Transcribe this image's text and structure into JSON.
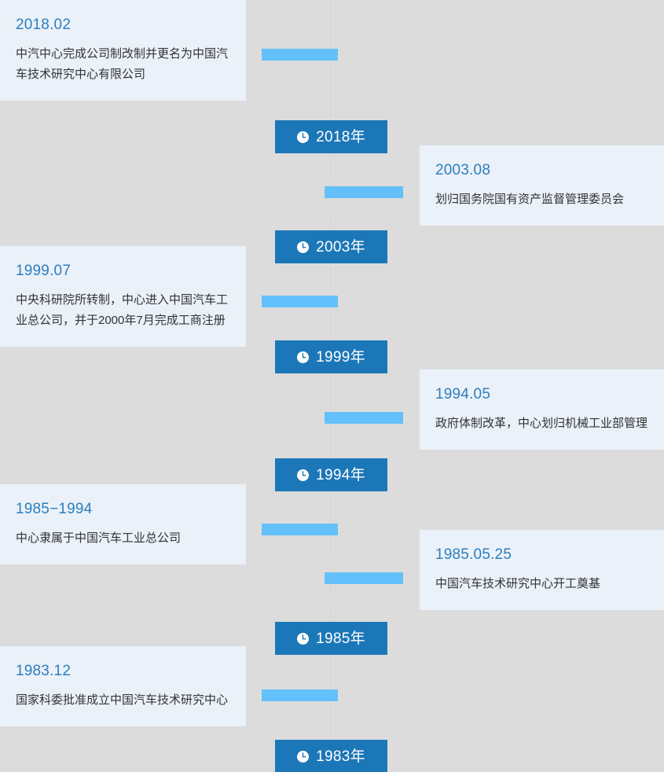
{
  "theme": {
    "page_background": "#dcdcdc",
    "card_background": "#eaf1f9",
    "card_date_color": "#2e7ebd",
    "card_text_color": "#333333",
    "badge_background": "#1c77b8",
    "badge_text_color": "#ffffff",
    "connector_color": "#63c0fa"
  },
  "badges": [
    {
      "icon": "clock-icon",
      "year": "2018年"
    },
    {
      "icon": "clock-icon",
      "year": "2003年"
    },
    {
      "icon": "clock-icon",
      "year": "1999年"
    },
    {
      "icon": "clock-icon",
      "year": "1994年"
    },
    {
      "icon": "clock-icon",
      "year": "1985年"
    },
    {
      "icon": "clock-icon",
      "year": "1983年"
    }
  ],
  "events": [
    {
      "side": "left",
      "date": "2018.02",
      "text": "中汽中心完成公司制改制并更名为中国汽车技术研究中心有限公司"
    },
    {
      "side": "right",
      "date": "2003.08",
      "text": "划归国务院国有资产监督管理委员会"
    },
    {
      "side": "left",
      "date": "1999.07",
      "text": "中央科研院所转制，中心进入中国汽车工业总公司，并于2000年7月完成工商注册"
    },
    {
      "side": "right",
      "date": "1994.05",
      "text": "政府体制改革，中心划归机械工业部管理"
    },
    {
      "side": "left",
      "date": "1985−1994",
      "text": "中心隶属于中国汽车工业总公司"
    },
    {
      "side": "right",
      "date": "1985.05.25",
      "text": "中国汽车技术研究中心开工奠基"
    },
    {
      "side": "left",
      "date": "1983.12",
      "text": "国家科委批准成立中国汽车技术研究中心"
    }
  ]
}
